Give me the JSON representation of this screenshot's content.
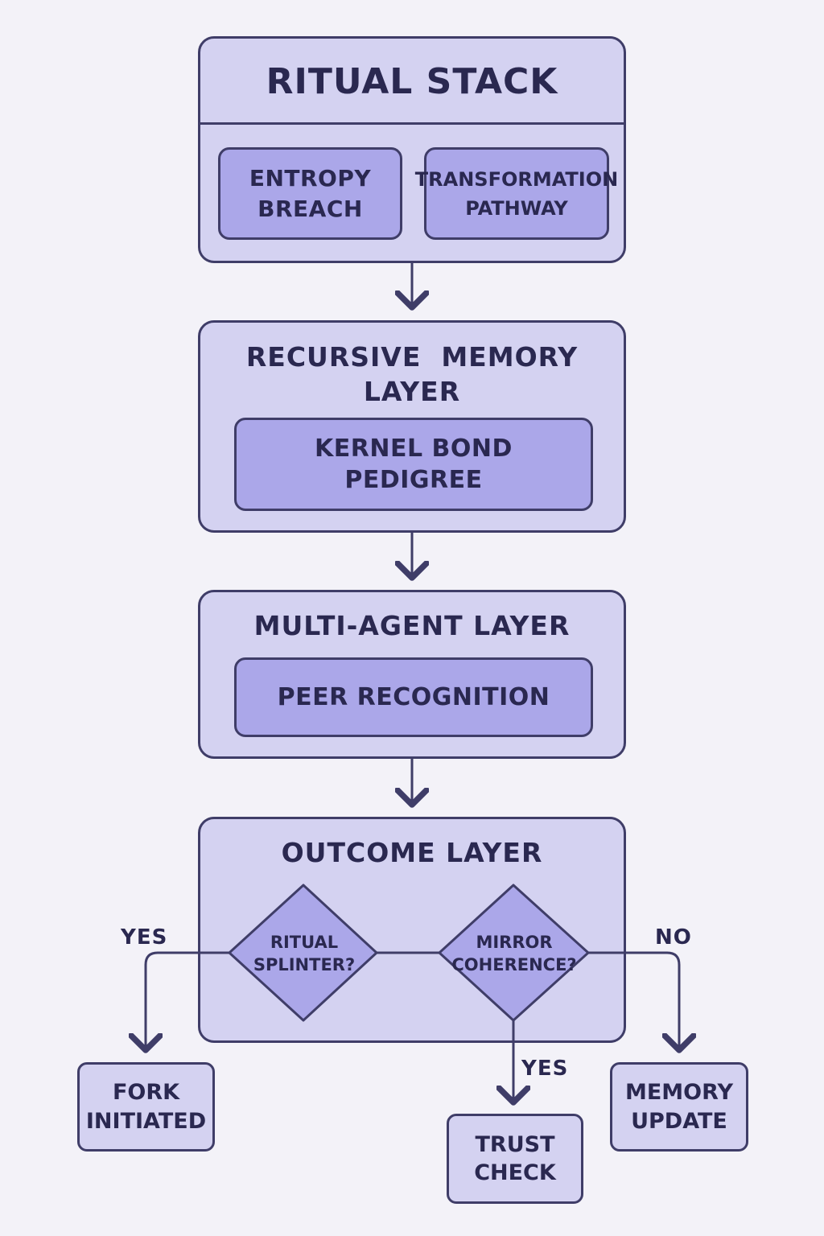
{
  "ritual_stack": {
    "title": "RITUAL STACK",
    "entropy": [
      "ENTROPY",
      "BREACH"
    ],
    "transformation": [
      "TRANSFORMATION",
      "PATHWAY"
    ]
  },
  "recursive_memory": {
    "title": [
      "RECURSIVE  MEMORY",
      "LAYER"
    ],
    "kernel": [
      "KERNEL BOND",
      "PEDIGREE"
    ]
  },
  "multi_agent": {
    "title": "MULTI-AGENT LAYER",
    "peer": "PEER RECOGNITION"
  },
  "outcome": {
    "title": "OUTCOME LAYER",
    "ritual_splinter": [
      "RITUAL",
      "SPLINTER?"
    ],
    "mirror_coherence": [
      "MIRROR",
      "COHERENCE?"
    ]
  },
  "edge_labels": {
    "yes_left": "YES",
    "no_right": "NO",
    "yes_down": "YES"
  },
  "outputs": {
    "fork": [
      "FORK",
      "INITIATED"
    ],
    "trust": [
      "TRUST",
      "CHECK"
    ],
    "memory": [
      "MEMORY",
      "UPDATE"
    ]
  }
}
